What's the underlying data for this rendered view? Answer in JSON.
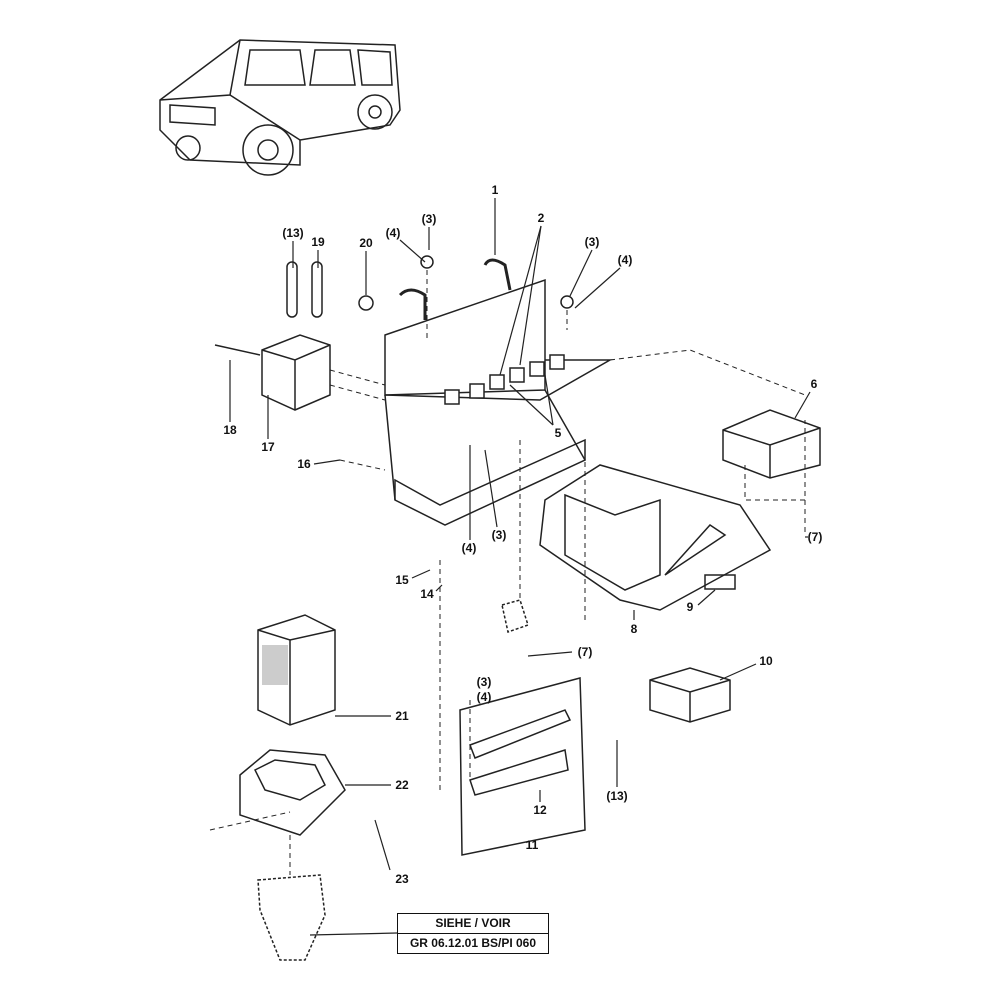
{
  "diagram": {
    "callouts": [
      "1",
      "2",
      "(3)",
      "(4)",
      "20",
      "(13)",
      "19",
      "(3)",
      "(4)",
      "6",
      "5",
      "18",
      "17",
      "16",
      "(4)",
      "(3)",
      "(7)",
      "15",
      "14",
      "9",
      "8",
      "(7)",
      "10",
      "(3)",
      "(4)",
      "21",
      "(13)",
      "22",
      "12",
      "11",
      "23"
    ],
    "reference": {
      "line1": "SIEHE / VOIR",
      "line2": "GR 06.12.01 BS/PI 060"
    }
  }
}
